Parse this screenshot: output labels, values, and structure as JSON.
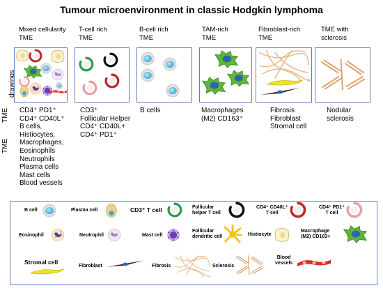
{
  "title": "Tumour microenvironment in classic Hodgkin lymphoma",
  "side_labels": {
    "drawings": "TME\ndrawings",
    "tme": "TME"
  },
  "columns": [
    {
      "header": "Mixed cellularity\nTME",
      "cells": "CD4⁺ PD1⁺\nCD4⁺ CD40L⁺\nB cells,\nHistiocytes,\nMacrophages,\nEosinophils\nNeutrophils\nPlasma cells\nMast cells\nBlood vessels"
    },
    {
      "header": "T-cell rich\nTME",
      "cells": "CD3⁺\nFollicular Helper\nCD4⁺ CD40L+\nCD4⁺ PD1⁺"
    },
    {
      "header": "B-cell rich\nTME",
      "cells": "B cells"
    },
    {
      "header": "TAM-rich\nTME",
      "cells": "Macrophages\n(M2) CD163⁺"
    },
    {
      "header": "Fibroblast-rich\nTME",
      "cells": "Fibrosis\nFibroblast\nStromal cell"
    },
    {
      "header": "TME with\nsclerosis",
      "cells": "Nodular\nsclerosis"
    }
  ],
  "legend": [
    {
      "label": "B cell",
      "icon": "b-cell-icon"
    },
    {
      "label": "Plasma cell",
      "icon": "plasma-cell-icon"
    },
    {
      "label": "CD3⁺ T cell",
      "icon": "cd3-t-cell-icon"
    },
    {
      "label": "Follicular\nhelper T cell",
      "icon": "follicular-helper-t-cell-icon"
    },
    {
      "label": "CD4⁺ CD40L⁺\nT cell",
      "icon": "cd40l-t-cell-icon"
    },
    {
      "label": "CD4⁺ PD1⁺\nT cell",
      "icon": "pd1-t-cell-icon"
    },
    {
      "label": "Eosinophil",
      "icon": "eosinophil-icon"
    },
    {
      "label": "Neutrophil",
      "icon": "neutrophil-icon"
    },
    {
      "label": "Mast cell",
      "icon": "mast-cell-icon"
    },
    {
      "label": "Follicular\ndendritic cell",
      "icon": "follicular-dendritic-cell-icon"
    },
    {
      "label": "Histiocyte",
      "icon": "histiocyte-icon"
    },
    {
      "label": "Macrophage\n(M2) CD163+",
      "icon": "macrophage-icon"
    },
    {
      "label": "Stromal cell",
      "icon": "stromal-cell-icon"
    },
    {
      "label": "Fibroblast",
      "icon": "fibroblast-icon"
    },
    {
      "label": "Fibrosis",
      "icon": "fibrosis-icon"
    },
    {
      "label": "Sclerosis",
      "icon": "sclerosis-icon"
    },
    {
      "label": "Blood\nvessels",
      "icon": "blood-vessels-icon"
    }
  ],
  "colors": {
    "panel_border": "#5b7fb8",
    "b_cell": "#3fa9d6",
    "t_cell_green": "#2e9a4a",
    "follicular_black": "#111111",
    "cd40l_red": "#c0282b",
    "pd1_pink": "#e8a0a0",
    "macrophage": "#5fb637",
    "nucleus_blue": "#2f63b0",
    "plasma": "#f2d28a",
    "eosinophil": "#5b3f99",
    "neutrophil": "#9b7fc6",
    "mast": "#8a5cc4",
    "dendritic": "#f0c21b",
    "histiocyte": "#fbf2c8",
    "stromal": "#f2e12a",
    "fibroblast": "#4a2a1e",
    "fibrosis": "#e9b98a",
    "vessel": "#d43326"
  }
}
